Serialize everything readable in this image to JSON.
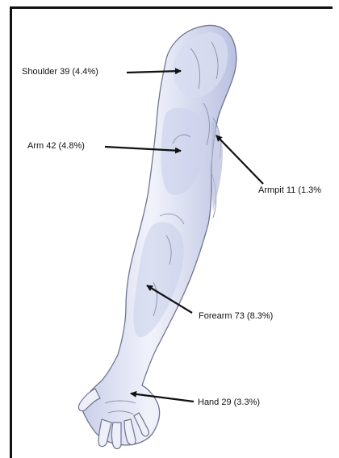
{
  "labels": {
    "shoulder": "Shoulder  39 (4.4%)",
    "arm": "Arm  42 (4.8%)",
    "armpit": "Armpit  11 (1.3%",
    "forearm": "Forearm  73 (8.3%)",
    "hand": "Hand  29 (3.3%)"
  },
  "colors": {
    "outline": "#6f7590",
    "shade": "#c3c9e6",
    "skin": "#eef0f9",
    "arrow": "#111111",
    "border": "#111111"
  }
}
